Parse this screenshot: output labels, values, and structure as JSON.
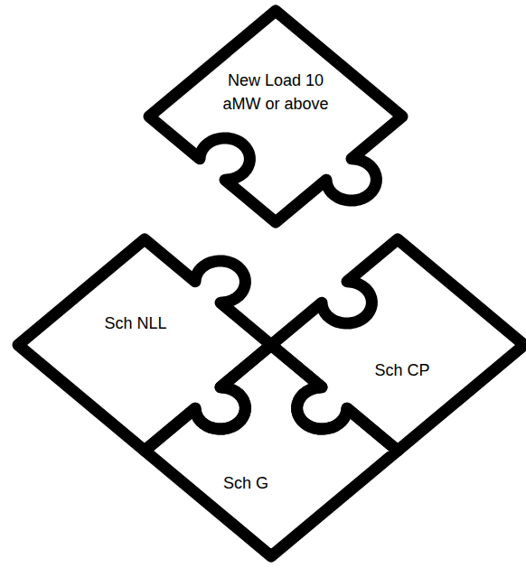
{
  "diagram": {
    "nodes": [
      {
        "text": [
          "New Load 10 aMW or above"
        ]
      },
      {
        "text": [
          "Sch NLL"
        ]
      },
      {
        "text": [
          "Sch CP"
        ]
      },
      {
        "text": [
          "Sch G"
        ]
      }
    ]
  }
}
